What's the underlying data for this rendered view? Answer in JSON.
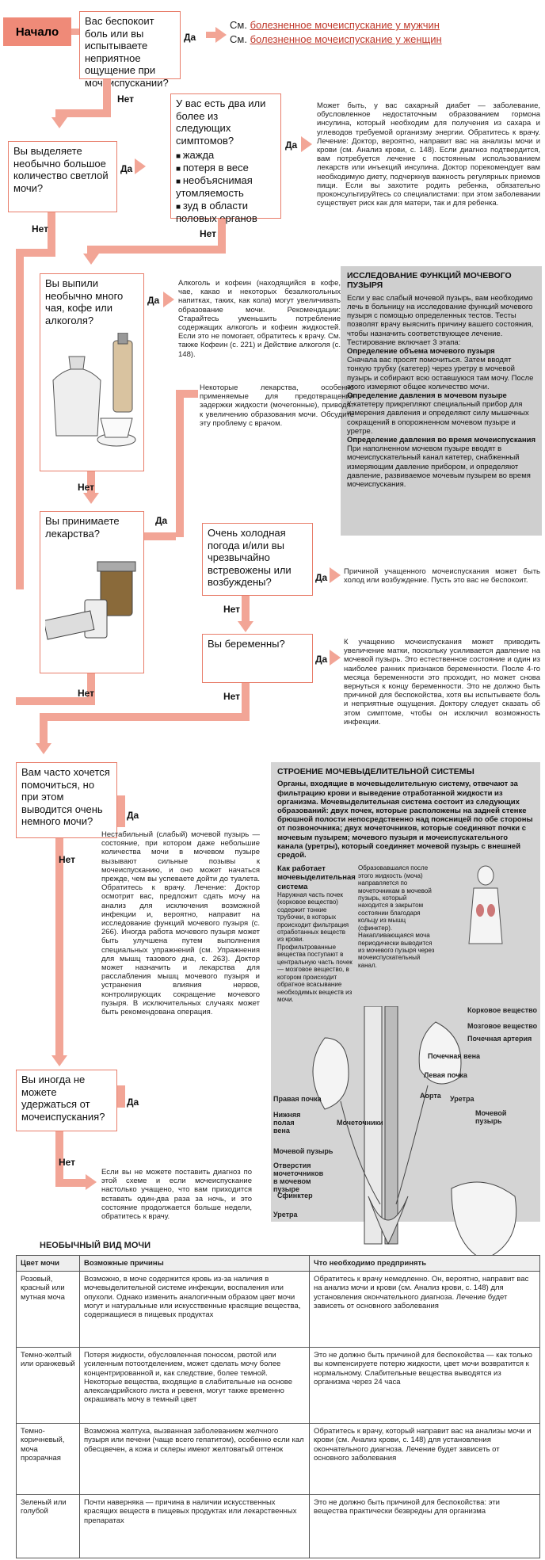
{
  "start": "Начало",
  "yes": "Да",
  "no": "Нет",
  "q1": "Вас беспокоит боль или вы испытываете неприятное ощущение при мочеиспускании?",
  "see1_prefix": "См.",
  "see1_link": "болезненное мочеиспускание у мужчин",
  "see2_prefix": "См.",
  "see2_link": "болезненное мочеиспускание у женщин",
  "q2": "Вы выделяете необычно большое количество светлой мочи?",
  "q3_title": "У вас есть два или более из следующих симптомов?",
  "q3_items": [
    "жажда",
    "потеря в весе",
    "необъяснимая утомляемость",
    "зуд в области половых органов"
  ],
  "diabetes_note": "Может быть, у вас сахарный диабет — заболевание, обусловленное недостаточным образованием гормона инсулина, который необходим для получения из сахара и углеводов требуемой организму энергии. Обратитесь к врачу. Лечение: Доктор, вероятно, направит вас на анализы мочи и крови (см. Анализ крови, с. 148). Если диагноз подтвердится, вам потребуется лечение с постоянным использованием лекарств или инъекций инсулина. Доктор порекомендует вам необходимую диету, подчеркнув важность регулярных приемов пищи. Если вы захотите родить ребенка, обязательно проконсультируйтесь со специалистами: при этом заболевании существует риск как для матери, так и для ребенка.",
  "q4": "Вы выпили необычно много чая, кофе или алкоголя?",
  "alcohol_note": "Алкоголь и кофеин (находящийся в кофе, чае, какао и некоторых безалкогольных напитках, таких, как кола) могут увеличивать образование мочи. Рекомендации: Старайтесь уменьшить потребление содержащих алкоголь и кофеин жидкостей. Если это не помогает, обратитесь к врачу. См. также Кофеин (с. 221) и Действие алкоголя (с. 148).",
  "bladder_title": "ИССЛЕДОВАНИЕ ФУНКЦИЙ МОЧЕВОГО ПУЗЫРЯ",
  "bladder_p1": "Если у вас слабый мочевой пузырь, вам необходимо лечь в больницу на исследование функций мочевого пузыря с помощью определенных тестов. Тесты позволят врачу выяснить причину вашего состояния, чтобы назначить соответствующее лечение.",
  "bladder_p2": "Тестирование включает 3 этапа:",
  "bladder_h1": "Определение объема мочевого пузыря",
  "bladder_p3": "Сначала вас просят помочиться. Затем вводят тонкую трубку (катетер) через уретру в мочевой пузырь и собирают всю оставшуюся там мочу. После этого измеряют общее количество мочи.",
  "bladder_h2": "Определение давления в мочевом пузыре",
  "bladder_p4": "К катетеру прикрепляют специальный прибор для измерения давления и определяют силу мышечных сокращений в опорожненном мочевом пузыре и уретре.",
  "bladder_h3": "Определение давления во время мочеиспускания",
  "bladder_p5": "При наполненном мочевом пузыре вводят в мочеиспускательный канал катетер, снабженный измеряющим давление прибором, и определяют давление, развиваемое мочевым пузырем во время мочеиспускания.",
  "meds_note": "Некоторые лекарства, особенно применяемые для предотвращения задержки жидкости (мочегонные), приводят к увеличению образования мочи. Обсудите эту проблему с врачом.",
  "q5": "Вы принимаете лекарства?",
  "q6": "Очень холодная погода и/или вы чрезвычайно встревожены или возбуждены?",
  "cold_note": "Причиной учащенного мочеиспускания может быть холод или возбуждение. Пусть это вас не беспокоит.",
  "q7": "Вы беременны?",
  "pregnant_note": "К учащению мочеиспускания может приводить увеличение матки, поскольку усиливается давление на мочевой пузырь. Это естественное состояние и один из наиболее ранних признаков беременности. После 4-го месяца беременности это проходит, но может снова вернуться к концу беременности. Это не должно быть причиной для беспокойства, хотя вы испытываете боль и неприятные ощущения. Доктору следует сказать об этом симптоме, чтобы он исключил возможность инфекции.",
  "q8": "Вам часто хочется помочиться, но при этом выводится очень немного мочи?",
  "unstable_note": "Нестабильный (слабый) мочевой пузырь — состояние, при котором даже небольшие количества мочи в мочевом пузыре вызывают сильные позывы к мочеиспусканию, и оно может начаться прежде, чем вы успеваете дойти до туалета. Обратитесь к врачу. Лечение: Доктор осмотрит вас, предложит сдать мочу на анализ для исключения возможной инфекции и, вероятно, направит на исследование функций мочевого пузыря (с. 266). Иногда работа мочевого пузыря может быть улучшена путем выполнения специальных упражнений (см. Упражнения для мышц тазового дна, с. 263). Доктор может назначить и лекарства для расслабления мышц мочевого пузыря и устранения влияния нервов, контролирующих сокращение мочевого пузыря. В исключительных случаях может быть рекомендована операция.",
  "q9": "Вы иногда не можете удержаться от мочеиспускания?",
  "final_note": "Если вы не можете поставить диагноз по этой схеме и если мочеиспускание настолько учащено, что вам приходится вставать один-два раза за ночь, и это состояние продолжается больше недели, обратитесь к врачу.",
  "structure_title": "СТРОЕНИЕ МОЧЕВЫДЕЛИТЕЛЬНОЙ СИСТЕМЫ",
  "structure_text": "Органы, входящие в мочевыделительную систему, отвечают за фильтрацию крови и выведение отработанной жидкости из организма. Мочевыделительная система состоит из следующих образований: двух почек, которые расположены на задней стенке брюшной полости непосредственно над поясницей по обе стороны от позвоночника; двух мочеточников, которые соединяют почки с мочевым пузырем; мочевого пузыря и мочеиспускательного канала (уретры), который соединяет мочевой пузырь с внешней средой.",
  "kidney_work_title": "Как работает мочевыделительная система",
  "kidney_work_text": "Наружная часть почек (корковое вещество) содержит тонкие трубочки, в которых происходит фильтрация отработанных веществ из крови. Профильтрованные вещества поступают в центральную часть почек — мозговое вещество, в котором происходит обратное всасывание необходимых веществ из мочи.",
  "kidney_work_text2": "Образовавшаяся после этого жидкость (моча) направляется по мочеточникам в мочевой пузырь, который находится в закрытом состоянии благодаря кольцу из мышц (сфинктер). Накапливающаяся моча периодически выводится из мочевого пузыря через мочеиспускательный канал.",
  "labels": {
    "cortex": "Корковое вещество",
    "medulla": "Мозговое вещество",
    "renal_artery": "Почечная артерия",
    "renal_vein": "Почечная вена",
    "left_kidney": "Левая почка",
    "aorta": "Аорта",
    "right_kidney": "Правая почка",
    "ivc": "Нижняя полая вена",
    "ureters": "Мочеточники",
    "bladder": "Мочевой пузырь",
    "ureter_openings": "Отверстия мочеточников в мочевом пузыре",
    "sphincter": "Сфинктер",
    "urethra": "Уретра",
    "urethra2": "Уретра",
    "bladder2": "Мочевой пузырь"
  },
  "table_title": "НЕОБЫЧНЫЙ ВИД МОЧИ",
  "table_headers": [
    "Цвет мочи",
    "Возможные причины",
    "Что необходимо предпринять"
  ],
  "table_rows": [
    [
      "Розовый, красный или мутная моча",
      "Возможно, в моче содержится кровь из-за наличия в мочевыделительной системе инфекции, воспаления или опухоли. Однако изменить аналогичным образом цвет мочи могут и натуральные или искусственные красящие вещества, содержащиеся в пищевых продуктах",
      "Обратитесь к врачу немедленно. Он, вероятно, направит вас на анализ мочи и крови (см. Анализ крови, с. 148) для установления окончательного диагноза. Лечение будет зависеть от основного заболевания"
    ],
    [
      "Темно-желтый или оранжевый",
      "Потеря жидкости, обусловленная поносом, рвотой или усиленным потоотделением, может сделать мочу более концентрированной и, как следствие, более темной. Некоторые вещества, входящие в слабительные на основе александрийского листа и ревеня, могут также временно окрашивать мочу в темный цвет",
      "Это не должно быть причиной для беспокойства — как только вы компенсируете потерю жидкости, цвет мочи возвратится к нормальному. Слабительные вещества выводятся из организма через 24 часа"
    ],
    [
      "Темно-коричневый, моча прозрачная",
      "Возможна желтуха, вызванная заболеванием желчного пузыря или печени (чаще всего гепатитом), особенно если кал обесцвечен, а кожа и склеры имеют желтоватый оттенок",
      "Обратитесь к врачу, который направит вас на анализы мочи и крови (см. Анализ крови, с. 148) для установления окончательного диагноза. Лечение будет зависеть от основного заболевания"
    ],
    [
      "Зеленый или голубой",
      "Почти наверняка — причина в наличии искусственных красящих веществ в пищевых продуктах или лекарственных препаратах",
      "Это не должно быть причиной для беспокойства: эти вещества практически безвредны для организма"
    ]
  ],
  "colors": {
    "accent": "#e87d6a",
    "arrow": "#f2a596",
    "panel": "#cfcfcf"
  }
}
